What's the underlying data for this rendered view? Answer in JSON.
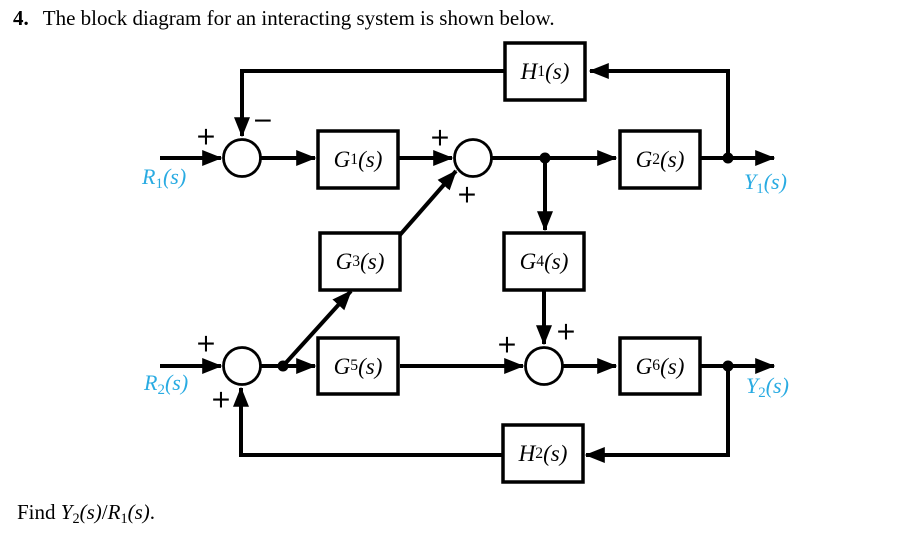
{
  "colors": {
    "signal_label": "#29ABE2",
    "ink": "#000000"
  },
  "title": {
    "number": "4.",
    "text": "The block diagram for an interacting system is shown below."
  },
  "blocks": {
    "h1": {
      "base": "H",
      "sub": "1",
      "args": "(s)"
    },
    "g1": {
      "base": "G",
      "sub": "1",
      "args": "(s)"
    },
    "g2": {
      "base": "G",
      "sub": "2",
      "args": "(s)"
    },
    "g3": {
      "base": "G",
      "sub": "3",
      "args": "(s)"
    },
    "g4": {
      "base": "G",
      "sub": "4",
      "args": "(s)"
    },
    "g5": {
      "base": "G",
      "sub": "5",
      "args": "(s)"
    },
    "g6": {
      "base": "G",
      "sub": "6",
      "args": "(s)"
    },
    "h2": {
      "base": "H",
      "sub": "2",
      "args": "(s)"
    }
  },
  "signals": {
    "r1": {
      "base": "R",
      "sub": "1",
      "args": "(s)"
    },
    "y1": {
      "base": "Y",
      "sub": "1",
      "args": "(s)"
    },
    "r2": {
      "base": "R",
      "sub": "2",
      "args": "(s)"
    },
    "y2": {
      "base": "Y",
      "sub": "2",
      "args": "(s)"
    }
  },
  "signs": {
    "sum1_plus": "+",
    "sum1_minus": "−",
    "sum2_plus_left": "+",
    "sum2_plus_bottom": "+",
    "sum3_plus_left": "+",
    "sum3_plus_right": "+",
    "sumr2_plus_top": "+",
    "sumr2_plus_bottom": "+"
  },
  "footer": {
    "find": "Find ",
    "y": {
      "base": "Y",
      "sub": "2",
      "args": "(s)"
    },
    "slash": "/",
    "r": {
      "base": "R",
      "sub": "1",
      "args": "(s)"
    },
    "period": "."
  }
}
